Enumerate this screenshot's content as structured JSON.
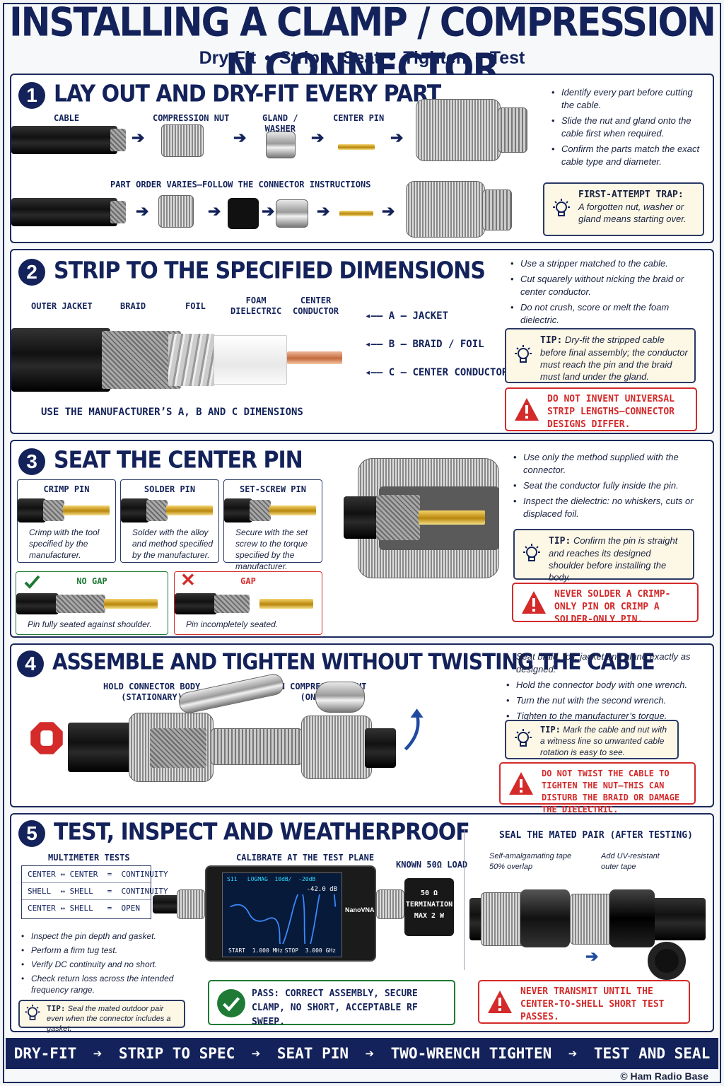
{
  "header": {
    "title": "INSTALLING A CLAMP / COMPRESSION N CONNECTOR",
    "steps": [
      "Dry-Fit",
      "Strip",
      "Seat",
      "Tighten",
      "Test"
    ]
  },
  "s1": {
    "num": "1",
    "title": "LAY OUT AND DRY-FIT EVERY PART",
    "labels": {
      "cable": "CABLE",
      "nut": "COMPRESSION NUT",
      "gland": "GLAND /\nWASHER",
      "pin": "CENTER PIN"
    },
    "order_note": "PART ORDER VARIES—FOLLOW THE CONNECTOR INSTRUCTIONS",
    "bullets": [
      "Identify every part before cutting the cable.",
      "Slide the nut and gland onto the cable first when required.",
      "Confirm the parts match the exact cable type and diameter."
    ],
    "tip_head": "FIRST-ATTEMPT TRAP:",
    "tip_body": "A forgotten nut, washer or gland means starting over."
  },
  "s2": {
    "num": "2",
    "title": "STRIP TO THE SPECIFIED DIMENSIONS",
    "labels": {
      "jacket": "OUTER JACKET",
      "braid": "BRAID",
      "foil": "FOIL",
      "foam": "FOAM\nDIELECTRIC",
      "cond": "CENTER\nCONDUCTOR"
    },
    "dims": [
      {
        "k": "A",
        "v": "JACKET"
      },
      {
        "k": "B",
        "v": "BRAID / FOIL"
      },
      {
        "k": "C",
        "v": "CENTER CONDUCTOR"
      }
    ],
    "note": "USE THE MANUFACTURER’S A, B AND C DIMENSIONS",
    "bullets": [
      "Use a stripper matched to the cable.",
      "Cut squarely without nicking the braid or center conductor.",
      "Do not crush, score or melt the foam dielectric."
    ],
    "tip_head": "TIP:",
    "tip_body": "Dry-fit the stripped cable before final assembly; the conductor must reach the pin and the braid must land under the gland.",
    "warn": "DO NOT INVENT UNIVERSAL STRIP LENGTHS—CONNECTOR DESIGNS DIFFER."
  },
  "s3": {
    "num": "3",
    "title": "SEAT THE CENTER PIN",
    "methods": [
      {
        "h": "CRIMP PIN",
        "t": "Crimp with the tool specified by the manufacturer."
      },
      {
        "h": "SOLDER PIN",
        "t": "Solder with the alloy and method specified by the manufacturer."
      },
      {
        "h": "SET-SCREW PIN",
        "t": "Secure with the set screw to the torque specified by the manufacturer."
      }
    ],
    "good_h": "NO GAP",
    "good_t": "Pin fully seated against shoulder.",
    "bad_h": "GAP",
    "bad_t": "Pin incompletely seated.",
    "bullets": [
      "Use only the method supplied with the connector.",
      "Seat the conductor fully inside the pin.",
      "Inspect the dielectric: no whiskers, cuts or displaced foil."
    ],
    "tip_head": "TIP:",
    "tip_body": "Confirm the pin is straight and reaches its designed shoulder before installing the body.",
    "warn": "NEVER SOLDER A CRIMP-ONLY PIN OR CRIMP A SOLDER-ONLY PIN."
  },
  "s4": {
    "num": "4",
    "title": "ASSEMBLE AND TIGHTEN WITHOUT TWISTING THE CABLE",
    "hold": "HOLD CONNECTOR BODY\n(STATIONARY)",
    "turn": "TURN COMPRESSION NUT\n(ONLY)",
    "bullets": [
      "Seat braid, foil, jacket and gland exactly as designed.",
      "Hold the connector body with one wrench.",
      "Turn the nut with the second wrench.",
      "Tighten to the manufacturer’s torque."
    ],
    "tip_head": "TIP:",
    "tip_body": "Mark the cable and nut with a witness line so unwanted cable rotation is easy to see.",
    "warn": "DO NOT TWIST THE CABLE TO TIGHTEN THE NUT—THIS CAN DISTURB THE BRAID OR DAMAGE THE DIELECTRIC."
  },
  "s5": {
    "num": "5",
    "title": "TEST, INSPECT AND WEATHERPROOF",
    "mm_title": "MULTIMETER TESTS",
    "mm_rows": [
      "CENTER ↔ CENTER  =  CONTINUITY",
      "SHELL  ↔ SHELL   =  CONTINUITY",
      "CENTER ↔ SHELL   =  OPEN"
    ],
    "cal": "CALIBRATE AT THE TEST PLANE",
    "load_title": "KNOWN 50Ω LOAD",
    "load_box": "50 Ω\nTERMINATION\nMAX 2 W",
    "vna": {
      "top": "S11   LOGMAG  10dB/  -20dB",
      "val": "-42.0 dB",
      "brand": "NanoVNA",
      "start": "START  1.000 MHz",
      "stop": "STOP  3.000 GHz"
    },
    "bullets": [
      "Inspect the pin depth and gasket.",
      "Perform a firm tug test.",
      "Verify DC continuity and no short.",
      "Check return loss across the intended frequency range."
    ],
    "tip_head": "TIP:",
    "tip_body": "Seal the mated outdoor pair even when the connector includes a gasket.",
    "pass": "PASS: CORRECT ASSEMBLY, SECURE CLAMP, NO SHORT, ACCEPTABLE RF SWEEP.",
    "seal_title": "SEAL THE MATED PAIR (AFTER TESTING)",
    "seal1": "Self-amalgamating tape\n50% overlap",
    "seal2": "Add UV-resistant\nouter tape",
    "warn": "NEVER TRANSMIT UNTIL THE CENTER-TO-SHELL SHORT TEST PASSES."
  },
  "footer": {
    "items": [
      "DRY-FIT",
      "STRIP TO SPEC",
      "SEAT PIN",
      "TWO-WRENCH TIGHTEN",
      "TEST AND SEAL"
    ]
  },
  "copyright": "© Ham Radio Base",
  "colors": {
    "navy": "#13225a",
    "warn": "#d42a2a",
    "pass": "#1e7a34",
    "tip_bg": "#fdf7e6"
  }
}
